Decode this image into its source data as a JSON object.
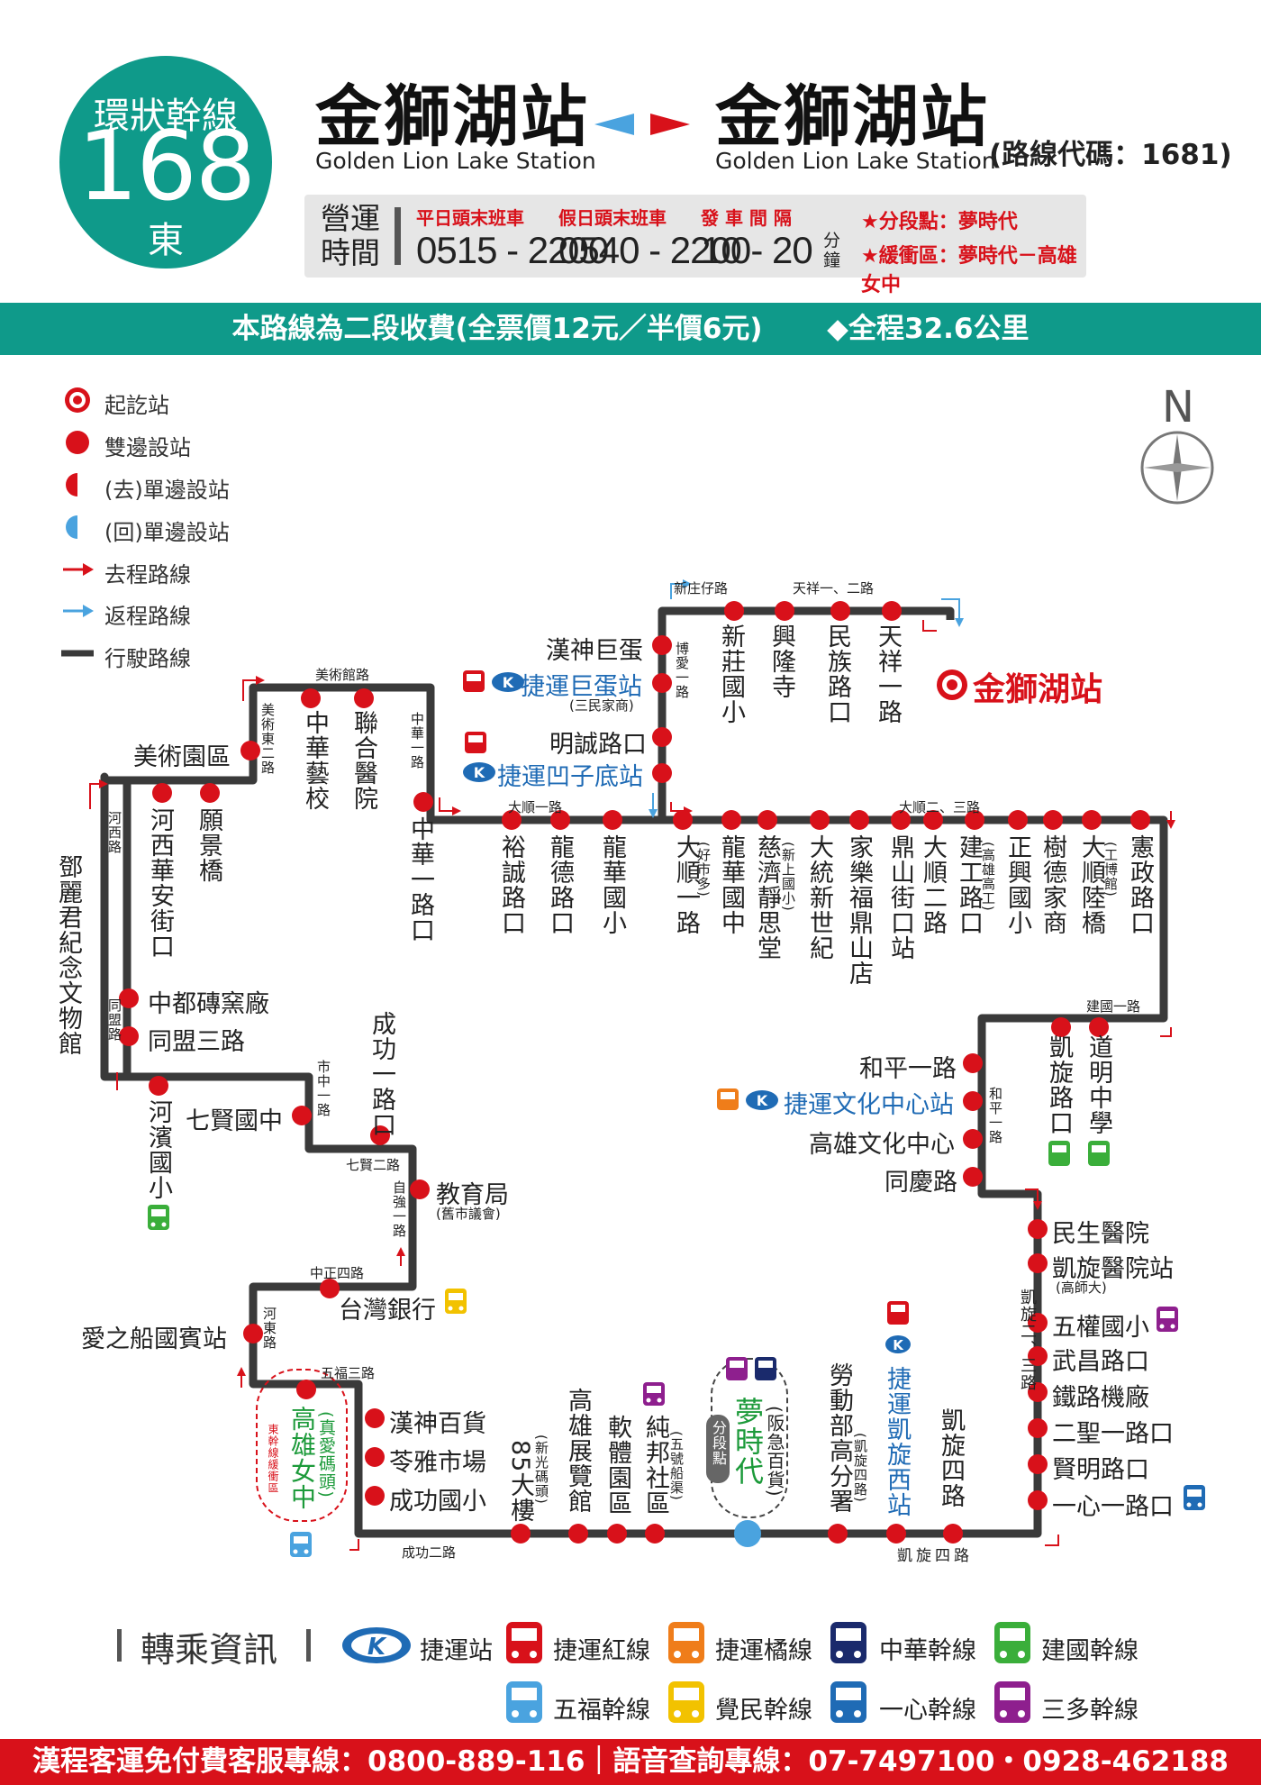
{
  "header": {
    "badge_type": "環狀幹線",
    "route_number": "168",
    "direction": "東",
    "origin_zh": "金獅湖站",
    "origin_en": "Golden Lion Lake Station",
    "dest_zh": "金獅湖站",
    "dest_en": "Golden Lion Lake Station",
    "route_code": "(路線代碼：1681)"
  },
  "hours": {
    "label_1": "營運",
    "label_2": "時間",
    "weekday_head": "平日頭末班車",
    "weekday_time": "0515 - 2200",
    "holiday_head": "假日頭末班車",
    "holiday_time": "0540 - 2200",
    "interval_head": "發 車 間 隔",
    "interval_time": "10 - 20",
    "interval_unit": "分鐘",
    "section_point": "★分段點：夢時代",
    "buffer_zone": "★緩衝區：夢時代－高雄女中"
  },
  "fare_bar": {
    "fare": "本路線為二段收費(全票價12元／半價6元)",
    "distance": "◆全程32.6公里"
  },
  "legend": [
    {
      "label": "起訖站",
      "icon": "terminal-icon"
    },
    {
      "label": "雙邊設站",
      "icon": "both-side-stop-icon"
    },
    {
      "label": "(去)單邊設站",
      "icon": "outbound-stop-icon"
    },
    {
      "label": "(回)單邊設站",
      "icon": "inbound-stop-icon"
    },
    {
      "label": "去程路線",
      "icon": "outbound-arrow-icon"
    },
    {
      "label": "返程路線",
      "icon": "inbound-arrow-icon"
    },
    {
      "label": "行駛路線",
      "icon": "route-line-icon"
    }
  ],
  "compass": {
    "north": "N"
  },
  "roads": {
    "xinzhuang": "新庄仔路",
    "tianxiang": "天祥一、二路",
    "boai": "博愛一路",
    "meishuguan": "美術館路",
    "meishu_east": "美術東二路",
    "zhonghua": "中華一路",
    "dashun1": "大順一路",
    "dashun23": "大順二、三路",
    "hexi": "河西路",
    "tongmeng": "同盟路",
    "shizhong": "市中一路",
    "qixian2": "七賢二路",
    "ziqiang": "自強一路",
    "zhongzheng4": "中正四路",
    "hedong": "河東路",
    "wufu3": "五福三路",
    "chenggong2": "成功二路",
    "jianguo1": "建國一路",
    "heping1": "和平一路",
    "kaixuan23": "凱旋二、三路",
    "kaixuan4": "凱旋四路"
  },
  "stops": {
    "terminal": "金獅湖站",
    "tianxiang1": "天祥一路",
    "minzu": "民族路口",
    "xinglong": "興隆寺",
    "xinzhuang_school": "新莊國小",
    "hanshin_arena": "漢神巨蛋",
    "mrt_arena": "捷運巨蛋站",
    "mrt_arena_sub": "(三民家商)",
    "mingcheng": "明誠路口",
    "mrt_aozidi": "捷運凹子底站",
    "zhonghua_arts": "中華藝校",
    "united_hospital": "聯合醫院",
    "zhonghua1": "中華一路口",
    "art_park": "美術園區",
    "yuanjing": "願景橋",
    "hexi_huaan": "河西華安街口",
    "yucheng": "裕誠路口",
    "longde": "龍德路口",
    "longhua_elem": "龍華國小",
    "dashun1_stop": "大順一路",
    "dashun1_sub": "(好市多)",
    "longhua_jr": "龍華國中",
    "ciji": "慈濟靜思堂",
    "ciji_sub": "(新上國小)",
    "datong": "大統新世紀",
    "carrefour": "家樂福鼎山店",
    "dingshan": "鼎山街口站",
    "dashun2": "大順二路",
    "jiangong": "建工路口",
    "jiangong_sub": "(高雄高工)",
    "zhengxing": "正興國小",
    "shude": "樹德家商",
    "dashun_ld": "大順陸橋",
    "dashun_ld_sub": "(工博館)",
    "xianzheng": "憲政路口",
    "deng_memorial": "鄧麗君紀念文物館",
    "zhongdu_kiln": "中都磚窯廠",
    "tongmeng3": "同盟三路",
    "hebin": "河濱國小",
    "qixian_jr": "七賢國中",
    "chenggong1": "成功一路口",
    "education": "教育局",
    "education_sub": "(舊市議會)",
    "bank_taiwan": "台灣銀行",
    "love_boat": "愛之船國賓站",
    "girls_high": "高雄女中",
    "girls_high_sub": "(真愛碼頭)",
    "buffer_tag": "東幹線緩衝區",
    "hanshin_dept": "漢神百貨",
    "kuaya": "苓雅市場",
    "chenggong_elem": "成功國小",
    "tower85": "85大樓",
    "tower85_sub": "(新光碼頭)",
    "exhibition": "高雄展覽館",
    "software": "軟體園區",
    "chunbang": "純邦社區",
    "chunbang_sub": "(五號船渠)",
    "dream_mall": "夢時代",
    "dream_mall_sub": "(阪急百貨)",
    "section_tag": "分段點",
    "labor_office": "勞動部高分署",
    "labor_sub": "(凱旋四路)",
    "mrt_kaixuan": "捷運凱旋西站",
    "kaixuan4_stop": "凱旋四路",
    "yixin1": "一心一路口",
    "xianming": "賢明路口",
    "ersheng1": "二聖一路口",
    "railway": "鐵路機廠",
    "wuchang": "武昌路口",
    "wuquan": "五權國小",
    "kaixuan_hosp": "凱旋醫院站",
    "kaixuan_hosp_sub": "(高師大)",
    "minsheng_hosp": "民生醫院",
    "tongqing": "同慶路",
    "cultural_center": "高雄文化中心",
    "mrt_cultural": "捷運文化中心站",
    "heping1_stop": "和平一路",
    "kaixuan_rd": "凱旋路口",
    "daoming": "道明中學"
  },
  "transfer": {
    "title": "轉乘資訊",
    "items": [
      {
        "label": "捷運站",
        "icon": "mrt-logo-icon",
        "color": "#1f6bb5"
      },
      {
        "label": "捷運紅線",
        "icon": "bus-icon",
        "color": "#d8111a"
      },
      {
        "label": "捷運橘線",
        "icon": "bus-icon",
        "color": "#ef7d1a"
      },
      {
        "label": "中華幹線",
        "icon": "bus-icon",
        "color": "#1a2a6c"
      },
      {
        "label": "建國幹線",
        "icon": "bus-icon",
        "color": "#3aae3a"
      },
      {
        "label": "五福幹線",
        "icon": "bus-icon",
        "color": "#4aa3df"
      },
      {
        "label": "覺民幹線",
        "icon": "bus-icon",
        "color": "#f2c200"
      },
      {
        "label": "一心幹線",
        "icon": "bus-icon",
        "color": "#1f6bb5"
      },
      {
        "label": "三多幹線",
        "icon": "bus-icon",
        "color": "#8e1f8e"
      }
    ]
  },
  "footer": "漢程客運免付費客服專線：0800-889-116｜語音查詢專線：07-7497100・0928-462188",
  "colors": {
    "teal": "#0f9a8a",
    "red": "#d8111a",
    "blue": "#4aa3df",
    "route": "#3a3a3a"
  }
}
